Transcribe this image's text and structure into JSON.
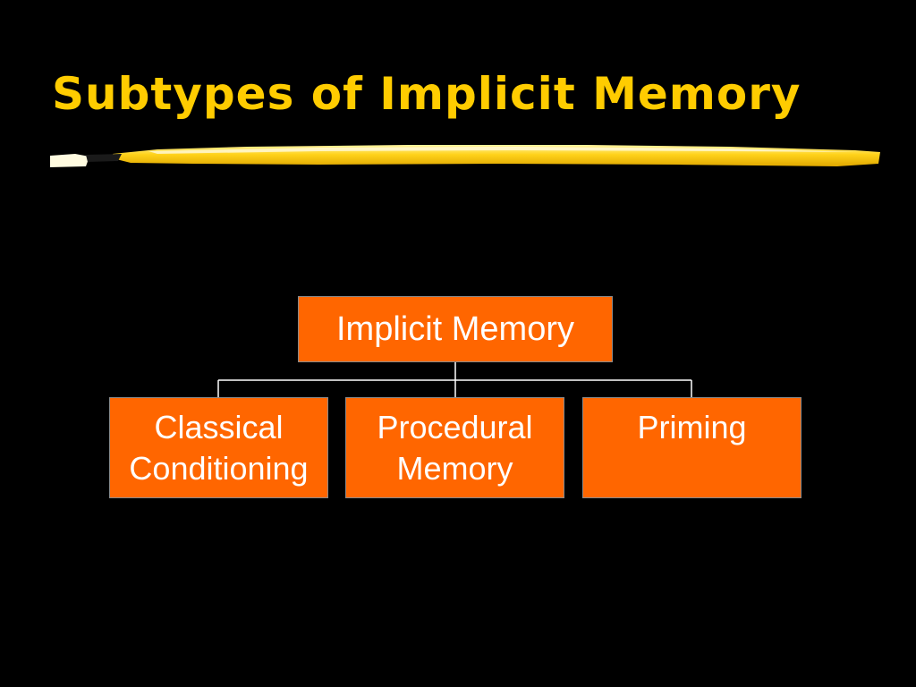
{
  "slide": {
    "title": "Subtypes of Implicit Memory",
    "colors": {
      "background": "#000000",
      "title": "#ffcc00",
      "node_fill": "#ff6600",
      "node_text": "#ffffff",
      "connector": "#ffffff"
    }
  },
  "diagram": {
    "root": "Implicit Memory",
    "children": [
      "Classical\nConditioning",
      "Procedural\nMemory",
      "Priming"
    ]
  }
}
